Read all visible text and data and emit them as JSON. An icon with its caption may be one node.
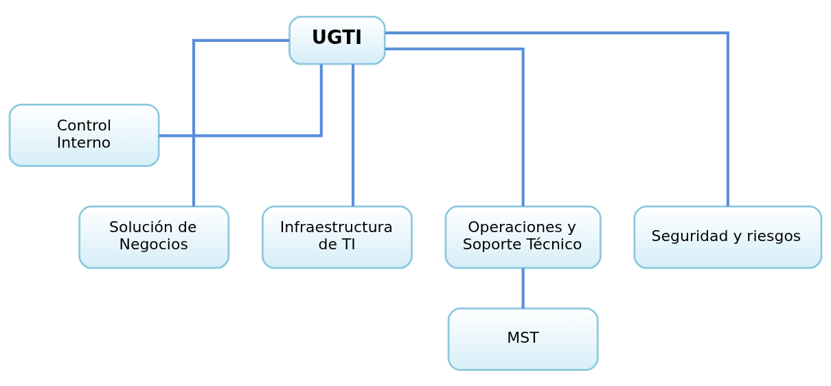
{
  "diagram": {
    "nodes": [
      {
        "text": [
          "UGTI"
        ]
      },
      {
        "text": [
          "Control Interno"
        ]
      },
      {
        "text": [
          "Solución de Negocios"
        ]
      },
      {
        "text": [
          "Infraestructura de TI"
        ]
      },
      {
        "text": [
          "Operaciones y Soporte Técnico"
        ]
      },
      {
        "text": [
          "Seguridad y riesgos"
        ]
      },
      {
        "text": [
          "MST"
        ]
      }
    ],
    "edges": [
      {
        "from": 0,
        "to": 1,
        "arrow": "none"
      },
      {
        "from": 0,
        "to": 2,
        "arrow": "none"
      },
      {
        "from": 0,
        "to": 3,
        "arrow": "none"
      },
      {
        "from": 0,
        "to": 4,
        "arrow": "none"
      },
      {
        "from": 0,
        "to": 5,
        "arrow": "none"
      },
      {
        "from": 4,
        "to": 6,
        "arrow": "none"
      }
    ]
  }
}
